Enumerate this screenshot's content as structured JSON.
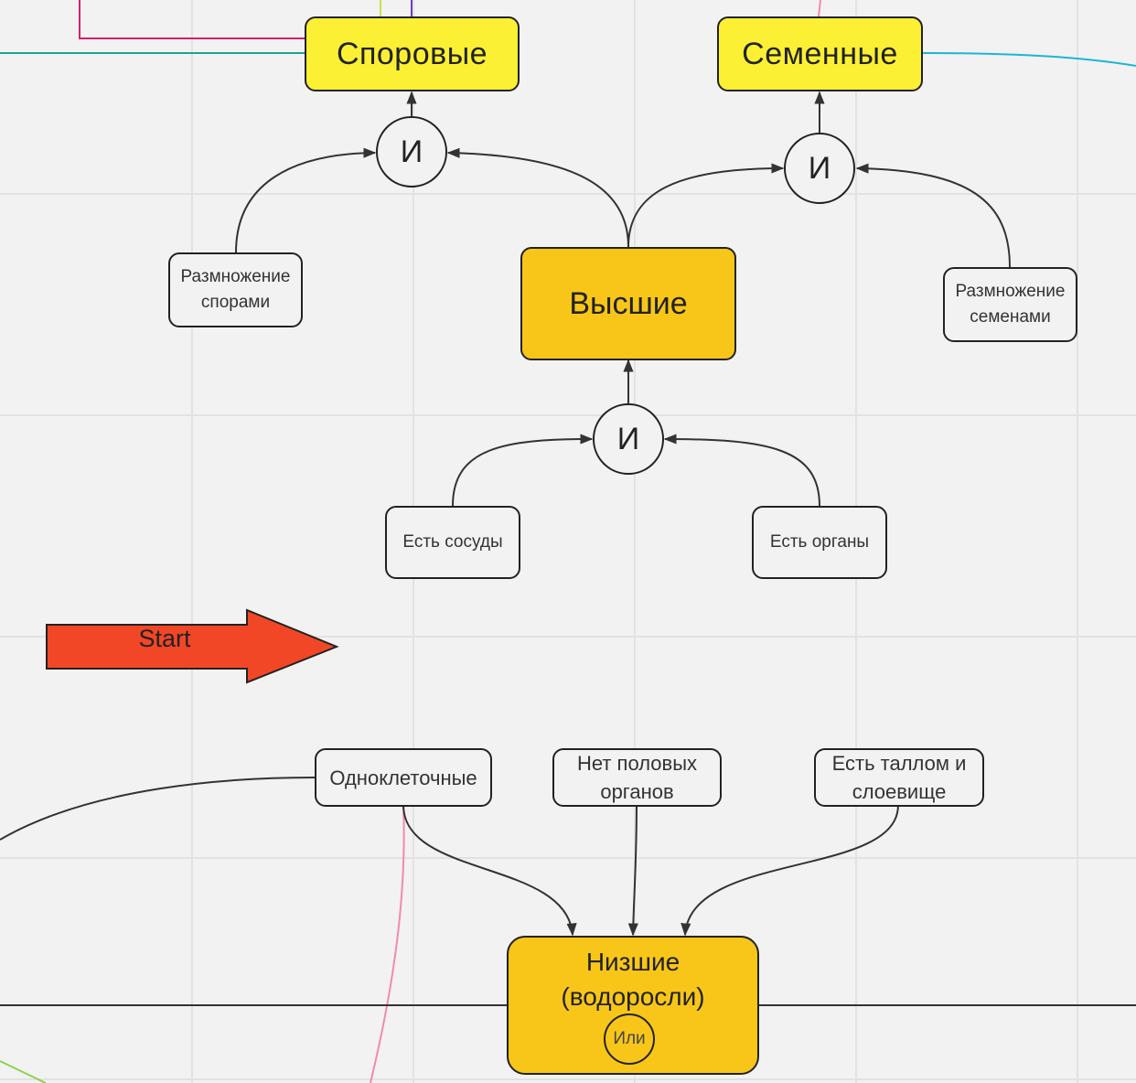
{
  "colors": {
    "background": "#f2f2f2",
    "grid": "#e2e2e2",
    "title_yellow": "#fbf034",
    "title_orange": "#f8c619",
    "start_arrow": "#f24726",
    "connector": "#333333"
  },
  "nodes": {
    "spore": "Споровые",
    "seed": "Семенные",
    "higher": "Высшие",
    "lower_line1": "Низшие",
    "lower_line2": "(водоросли)",
    "or_operator": "Или"
  },
  "operators": {
    "and_spore": "И",
    "and_seed": "И",
    "and_higher": "И"
  },
  "conditions": {
    "spore_repro": [
      "Размножение",
      "спорами"
    ],
    "seed_repro": [
      "Размножение",
      "семенами"
    ],
    "vessels": "Есть сосуды",
    "organs": "Есть органы",
    "unicellular": "Одноклеточные",
    "no_sex_organs": [
      "Нет половых",
      "органов"
    ],
    "thallus": [
      "Есть таллом и",
      "слоевище"
    ]
  },
  "start_arrow": {
    "label": "Start"
  }
}
